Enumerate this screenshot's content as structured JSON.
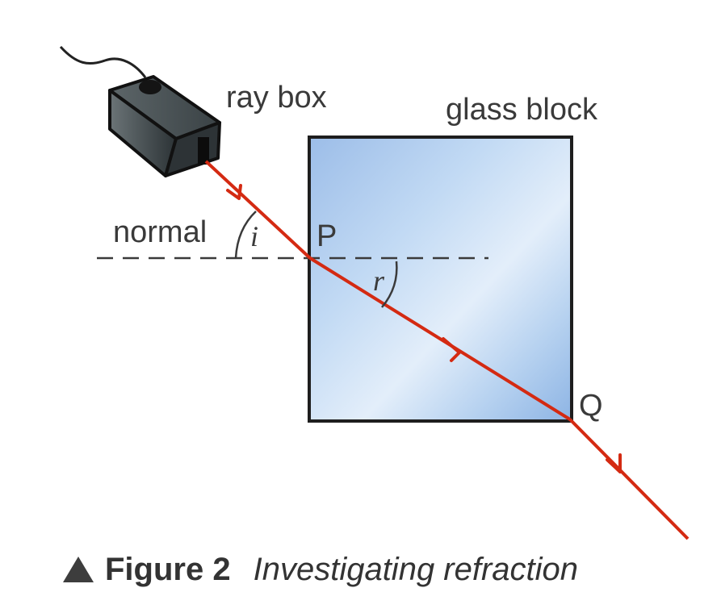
{
  "labels": {
    "ray_box": "ray box",
    "glass_block": "glass block",
    "normal": "normal",
    "point_p": "P",
    "point_q": "Q",
    "angle_incidence": "i",
    "angle_refraction": "r"
  },
  "caption": {
    "figure": "Figure 2",
    "title": "Investigating refraction"
  },
  "colors": {
    "ray": "#d42a12",
    "glass": "#a9c8ee",
    "frame": "#1e1e1e",
    "ray_box": "#3e4447"
  },
  "icons": {
    "caption_marker": "triangle-up-icon"
  }
}
